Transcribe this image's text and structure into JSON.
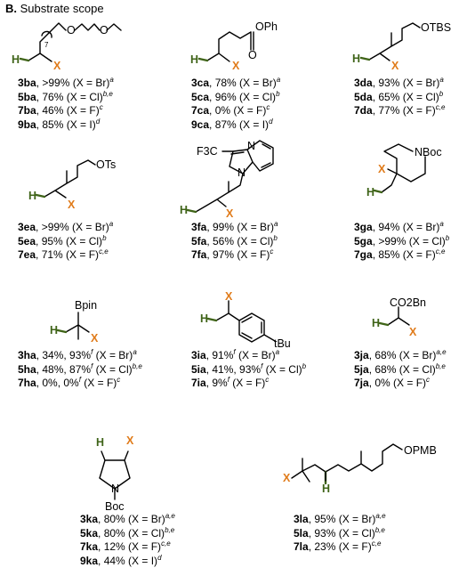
{
  "section_title": {
    "label": "B.",
    "text": "Substrate scope"
  },
  "atom_labels": {
    "h": "H",
    "x": "X",
    "o": "O",
    "oph": "OPh",
    "otbs": "OTBS",
    "ots": "OTs",
    "n": "N",
    "f3c": "F3C",
    "nboc": "NBoc",
    "bpin": "Bpin",
    "co2bn": "CO2Bn",
    "tbu": "tBu",
    "boc": "Boc",
    "opmb": "OPMB",
    "seven": "7"
  },
  "compounds": [
    {
      "id": "ba",
      "rows": [
        {
          "code": "3ba",
          "text": ", >99% (X = Br)",
          "sup": "a"
        },
        {
          "code": "5ba",
          "text": ", 76% (X = Cl)",
          "sup": "b,e"
        },
        {
          "code": "7ba",
          "text": ", 46% (X = F)",
          "sup": "c"
        },
        {
          "code": "9ba",
          "text": ", 85% (X = I)",
          "sup": "d"
        }
      ]
    },
    {
      "id": "ca",
      "rows": [
        {
          "code": "3ca",
          "text": ", 78% (X = Br)",
          "sup": "a"
        },
        {
          "code": "5ca",
          "text": ", 96% (X = Cl)",
          "sup": "b"
        },
        {
          "code": "7ca",
          "text": ", 0% (X = F)",
          "sup": "c"
        },
        {
          "code": "9ca",
          "text": ", 87% (X = I)",
          "sup": "d"
        }
      ]
    },
    {
      "id": "da",
      "rows": [
        {
          "code": "3da",
          "text": ", 93% (X = Br)",
          "sup": "a"
        },
        {
          "code": "5da",
          "text": ", 65% (X = Cl)",
          "sup": "b"
        },
        {
          "code": "7da",
          "text": ", 77% (X = F)",
          "sup": "c,e"
        }
      ]
    },
    {
      "id": "ea",
      "rows": [
        {
          "code": "3ea",
          "text": ", >99% (X = Br)",
          "sup": "a"
        },
        {
          "code": "5ea",
          "text": ", 95% (X = Cl)",
          "sup": "b"
        },
        {
          "code": "7ea",
          "text": ", 71% (X = F)",
          "sup": "c,e"
        }
      ]
    },
    {
      "id": "fa",
      "rows": [
        {
          "code": "3fa",
          "text": ", 99% (X = Br)",
          "sup": "a"
        },
        {
          "code": "5fa",
          "text": ", 56% (X = Cl)",
          "sup": "b"
        },
        {
          "code": "7fa",
          "text": ", 97% (X = F)",
          "sup": "c"
        }
      ]
    },
    {
      "id": "ga",
      "rows": [
        {
          "code": "3ga",
          "text": ", 94% (X = Br)",
          "sup": "a"
        },
        {
          "code": "5ga",
          "text": ", >99% (X = Cl)",
          "sup": "b"
        },
        {
          "code": "7ga",
          "text": ", 85% (X = F)",
          "sup": "c,e"
        }
      ]
    },
    {
      "id": "ha",
      "rows": [
        {
          "code": "3ha",
          "text": ", 34%, 93%",
          "sup": "f",
          "text2": " (X = Br)",
          "sup2": "a"
        },
        {
          "code": "5ha",
          "text": ", 48%, 87%",
          "sup": "f",
          "text2": " (X = Cl)",
          "sup2": "b,e"
        },
        {
          "code": "7ha",
          "text": ", 0%, 0%",
          "sup": "f",
          "text2": " (X = F)",
          "sup2": "c"
        }
      ]
    },
    {
      "id": "ia",
      "rows": [
        {
          "code": "3ia",
          "text": ", 91%",
          "sup": "f",
          "text2": " (X = Br)",
          "sup2": "a"
        },
        {
          "code": "5ia",
          "text": ", 41%, 93%",
          "sup": "f",
          "text2": " (X = Cl)",
          "sup2": "b"
        },
        {
          "code": "7ia",
          "text": ", 9%",
          "sup": "f",
          "text2": " (X = F)",
          "sup2": "c"
        }
      ]
    },
    {
      "id": "ja",
      "rows": [
        {
          "code": "3ja",
          "text": ", 68% (X = Br)",
          "sup": "a,e"
        },
        {
          "code": "5ja",
          "text": ", 68% (X = Cl)",
          "sup": "b,e"
        },
        {
          "code": "7ja",
          "text": ", 0% (X = F)",
          "sup": "c"
        }
      ]
    },
    {
      "id": "ka",
      "rows": [
        {
          "code": "3ka",
          "text": ", 80% (X = Br)",
          "sup": "a,e"
        },
        {
          "code": "5ka",
          "text": ", 80% (X = Cl)",
          "sup": "b,e"
        },
        {
          "code": "7ka",
          "text": ", 12% (X = F)",
          "sup": "c,e"
        },
        {
          "code": "9ka",
          "text": ", 44% (X = I)",
          "sup": "d"
        }
      ]
    },
    {
      "id": "la",
      "rows": [
        {
          "code": "3la",
          "text": ", 95% (X = Br)",
          "sup": "a,e"
        },
        {
          "code": "5la",
          "text": ", 93% (X = Cl)",
          "sup": "b,e"
        },
        {
          "code": "7la",
          "text": ", 23% (X = F)",
          "sup": "c,e"
        }
      ]
    }
  ]
}
